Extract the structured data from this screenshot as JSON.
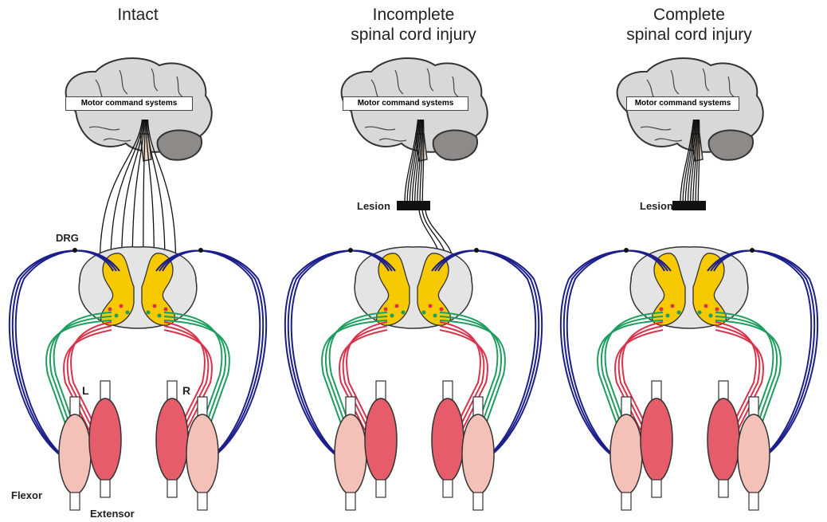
{
  "panels": [
    {
      "title_lines": [
        "Intact"
      ],
      "brain_label": "Motor command systems",
      "lesion": null,
      "lesion_label": "",
      "descending_pattern": "intact",
      "labels": {
        "drg": "DRG",
        "left": "L",
        "right": "R",
        "flexor": "Flexor",
        "extensor": "Extensor"
      }
    },
    {
      "title_lines": [
        "Incomplete",
        "spinal cord injury"
      ],
      "brain_label": "Motor command systems",
      "lesion": "incomplete",
      "lesion_label": "Lesion",
      "descending_pattern": "partial"
    },
    {
      "title_lines": [
        "Complete",
        "spinal cord injury"
      ],
      "brain_label": "Motor command systems",
      "lesion": "complete",
      "lesion_label": "Lesion",
      "descending_pattern": "none"
    }
  ],
  "colors": {
    "brain": "#d8d8d8",
    "cerebellum": "#8e8a88",
    "cord_gray": "#e4e4e4",
    "gray_matter": "#f7c900",
    "sensory": "#1c1f8a",
    "motor_red": "#d8334a",
    "motor_green": "#1e9e5e",
    "flexor_muscle": "#f3c1b8",
    "extensor_muscle": "#e65c6a",
    "tract": "#111111"
  }
}
